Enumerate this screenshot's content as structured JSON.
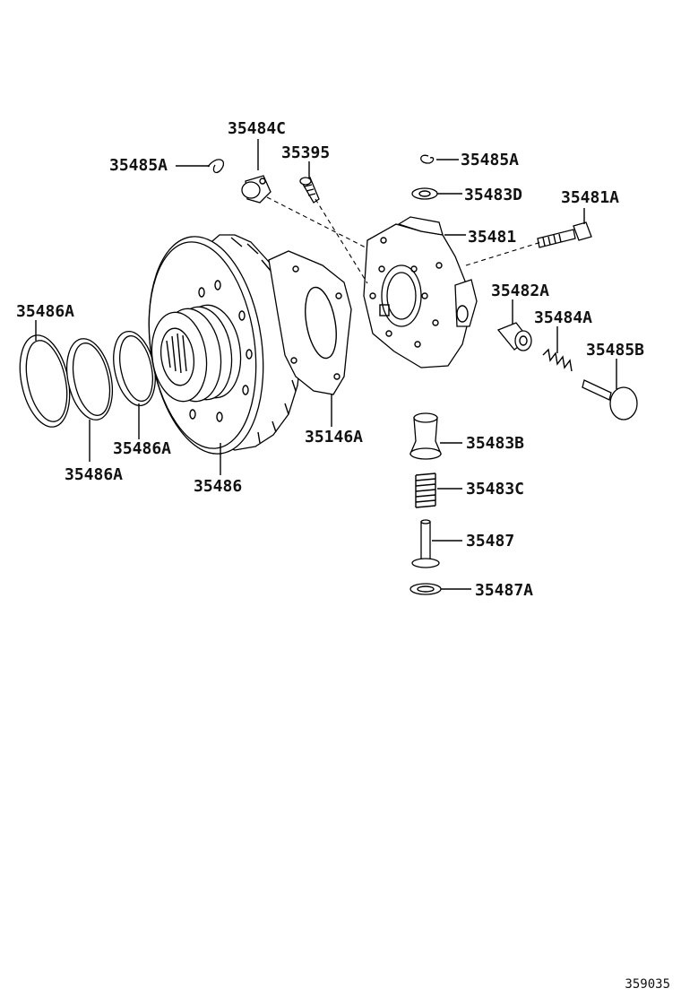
{
  "labels": {
    "p35484C": "35484C",
    "p35395": "35395",
    "p35485A_left": "35485A",
    "p35485A_right": "35485A",
    "p35483D": "35483D",
    "p35481A": "35481A",
    "p35481": "35481",
    "p35482A": "35482A",
    "p35484A": "35484A",
    "p35485B": "35485B",
    "p35486A_top": "35486A",
    "p35486A_mid": "35486A",
    "p35486A_low": "35486A",
    "p35146A": "35146A",
    "p35486": "35486",
    "p35483B": "35483B",
    "p35483C": "35483C",
    "p35487": "35487",
    "p35487A": "35487A"
  },
  "diagram_code": "359035"
}
